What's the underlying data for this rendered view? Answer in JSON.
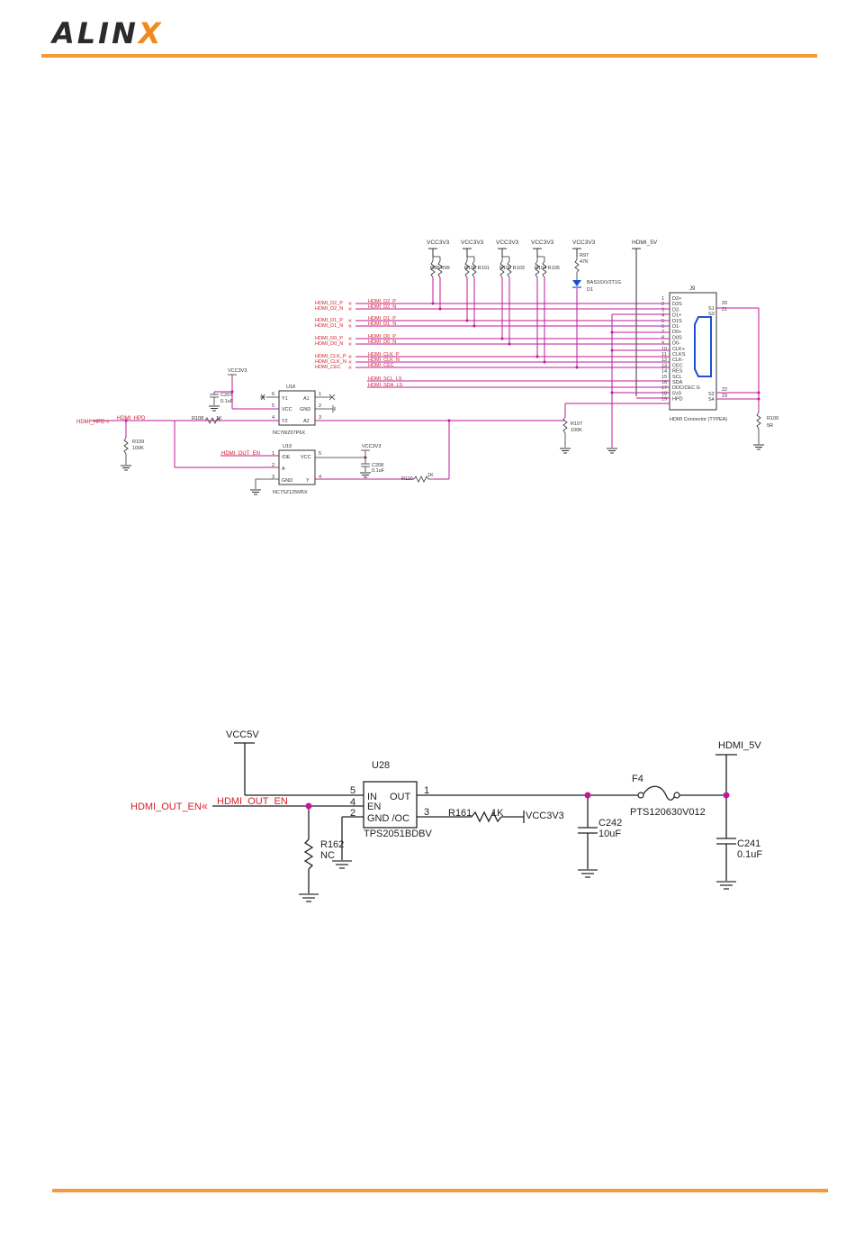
{
  "header": {
    "logo_main": "ALIN",
    "logo_x": "X"
  },
  "hdmi_schematic": {
    "power_labels": [
      "VCC3V3",
      "VCC3V3",
      "VCC3V3",
      "VCC3V3",
      "VCC3V3"
    ],
    "hdmi_5v": "HDMI_5V",
    "resistor_pairs": [
      "R98 R99",
      "R100 R101",
      "R102 R103",
      "R104 R105"
    ],
    "r97": "R97",
    "r97_value": "47K",
    "diode_part": "BAS16XV2T1G",
    "diode_ref": "D1",
    "connector_ref": "J9",
    "connector_name": "HDMI Connector (TYPEA)",
    "connector_pins": [
      "D2+",
      "D2S",
      "D2-",
      "D1+",
      "D1S",
      "D1-",
      "D0+",
      "D0S",
      "D0-",
      "CLK+",
      "CLKS",
      "CLK-",
      "CEC",
      "RES",
      "SCL",
      "SDA",
      "DDC/CEC G",
      "5V0",
      "HPD"
    ],
    "connector_pin_nums": [
      "1",
      "2",
      "3",
      "4",
      "5",
      "6",
      "7",
      "8",
      "9",
      "10",
      "11",
      "12",
      "13",
      "14",
      "15",
      "16",
      "17",
      "18",
      "19"
    ],
    "shield_labels": [
      "S1",
      "S3",
      "S2",
      "S4"
    ],
    "shield_nums": [
      "20",
      "21",
      "22",
      "23"
    ],
    "nets": [
      "HDMI_D2_P",
      "HDMI_D2_N",
      "HDMI_D1_P",
      "HDMI_D1_N",
      "HDMI_D0_P",
      "HDMI_D0_N",
      "HDMI_CLK_P",
      "HDMI_CLK_N",
      "HDMI_CEC",
      "HDMI_SCL_LS",
      "HDMI_SDA_LS"
    ],
    "u18_ref": "U18",
    "u18_part": "NC7WZ07P6X",
    "u18_pins_left": [
      "Y1",
      "VCC",
      "Y2"
    ],
    "u18_pins_right": [
      "A1",
      "GND",
      "A2"
    ],
    "u18_num_left": [
      "6",
      "5",
      "4"
    ],
    "u18_num_right": [
      "1",
      "2",
      "3"
    ],
    "u19_ref": "U19",
    "u19_part": "NC7SZ125M5X",
    "u19_pins_left": [
      "/OE",
      "A",
      "GND"
    ],
    "u19_pins_right": [
      "VCC",
      "Y"
    ],
    "u19_num_left": [
      "1",
      "2",
      "3"
    ],
    "u19_num_right": [
      "5",
      "4"
    ],
    "c207": "C207",
    "c207_value": "0.1uF",
    "c208": "C208",
    "c208_value": "0.1uF",
    "hpd_net": "HDMI_HPD",
    "r108": "R108",
    "r108_value": "1K",
    "r109": "R109",
    "r109_value": "100K",
    "r107": "R107",
    "r107_value": "100K",
    "r110": "R110",
    "r110_value": "1K",
    "r106": "R106",
    "r106_value": "5R",
    "out_en_net": "HDMI_OUT_EN"
  },
  "power_schematic": {
    "vcc5v": "VCC5V",
    "u28": "U28",
    "u28_part": "TPS2051BDBV",
    "pin_in": "IN",
    "pin_out": "OUT",
    "pin_en": "EN",
    "pin_gnd_oc": "GND /OC",
    "pin_nums_left": [
      "5",
      "4",
      "2"
    ],
    "pin_nums_right": [
      "1",
      "3"
    ],
    "out_en_port": "HDMI_OUT_EN",
    "out_en_wire": "HDMI_OUT_EN",
    "r162": "R162",
    "r162_value": "NC",
    "r161": "R161",
    "r161_value": "1K",
    "vcc3v3": "VCC3V3",
    "c242": "C242",
    "c242_value": "10uF",
    "f4": "F4",
    "f4_part": "PTS120630V012",
    "hdmi_5v": "HDMI_5V",
    "c241": "C241",
    "c241_value": "0.1uF"
  }
}
